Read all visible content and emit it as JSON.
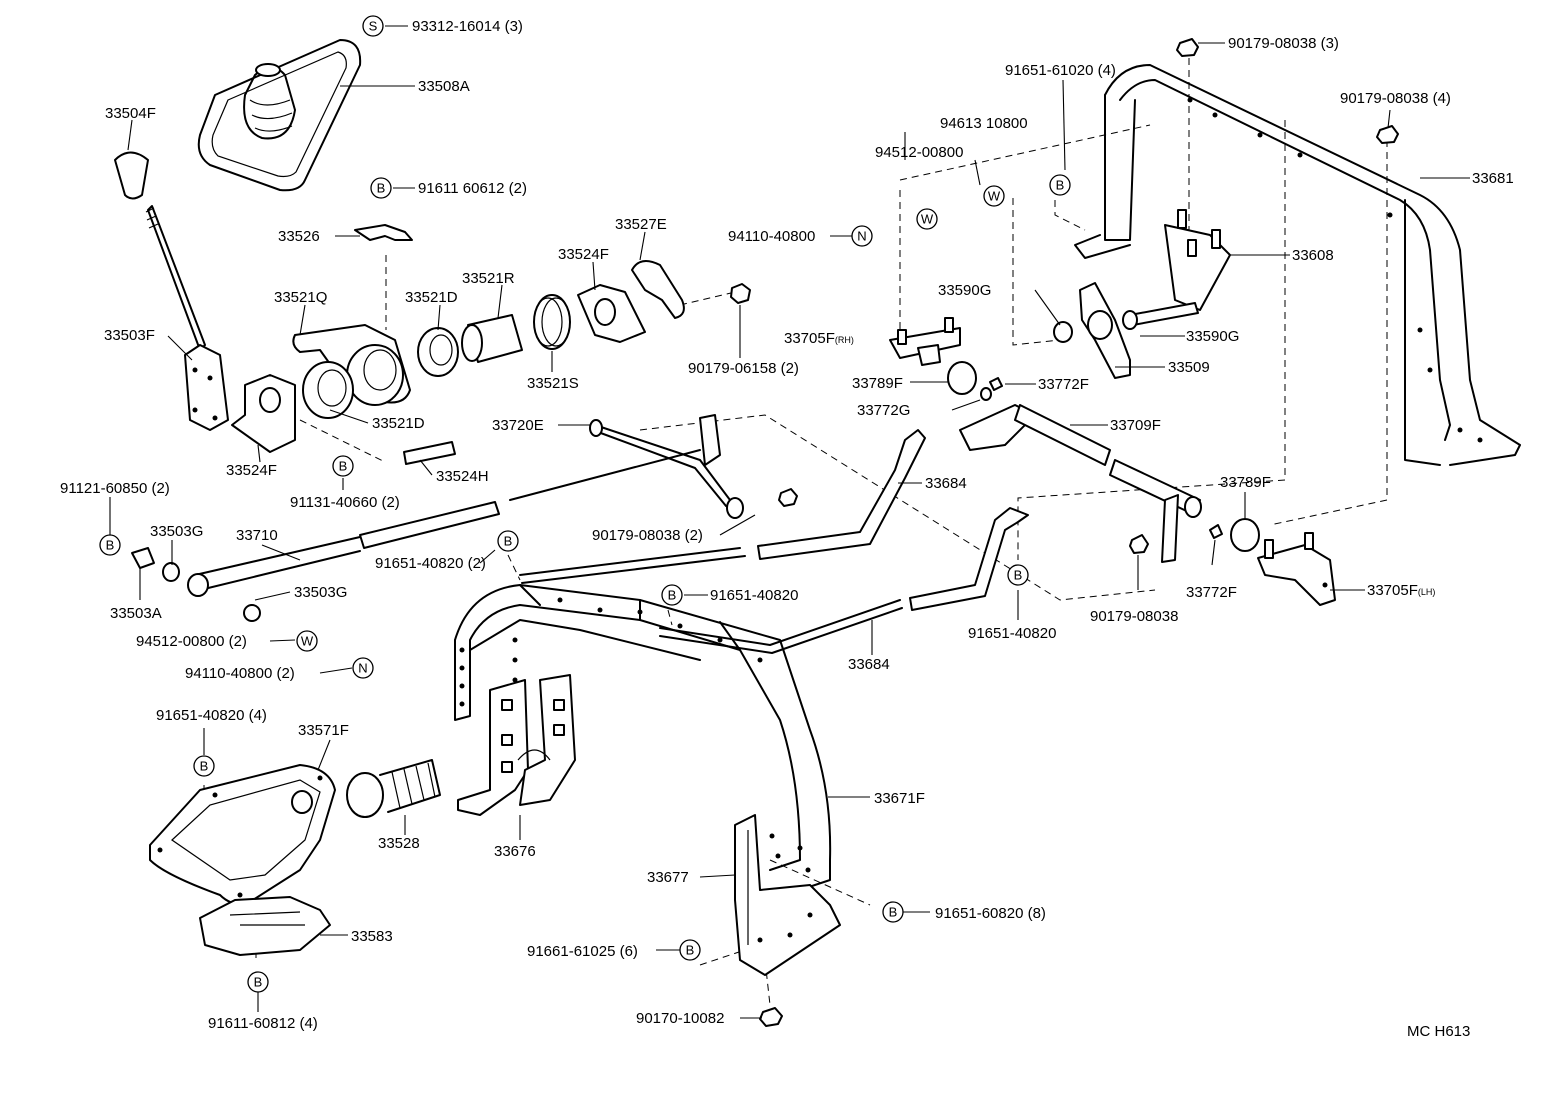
{
  "labels": {
    "p93312_16014": "93312-16014 (3)",
    "p33508A": "33508A",
    "p33504F": "33504F",
    "p91611_60612": "91611 60612 (2)",
    "p33526": "33526",
    "p33527E": "33527E",
    "p33524F_top": "33524F",
    "p33521R": "33521R",
    "p33521Q": "33521Q",
    "p33521D_top": "33521D",
    "p33503F": "33503F",
    "p33521S": "33521S",
    "p33521D_bot": "33521D",
    "p90179_06158": "90179-06158 (2)",
    "p33524F_bot": "33524F",
    "p33524H": "33524H",
    "p91131_40660": "91131-40660 (2)",
    "p91121_60850": "91121-60850 (2)",
    "p33503G_top": "33503G",
    "p33710": "33710",
    "p33503A": "33503A",
    "p33503G_bot": "33503G",
    "p94512_00800_l": "94512-00800 (2)",
    "p94110_40800_l": "94110-40800 (2)",
    "p33720E": "33720E",
    "p90179_08038_2": "90179-08038 (2)",
    "p91651_40820_2": "91651-40820 (2)",
    "p33684_top": "33684",
    "p91651_40820_c": "91651-40820",
    "p33684_bot": "33684",
    "p91651_40820_4": "91651-40820 (4)",
    "p33571F": "33571F",
    "p33528": "33528",
    "p33676": "33676",
    "p33671F": "33671F",
    "p33583": "33583",
    "p33677": "33677",
    "p91651_60820_8": "91651-60820 (8)",
    "p91661_61025": "91661-61025 (6)",
    "p91611_60812": "91611-60812 (4)",
    "p90170_10082": "90170-10082",
    "p94613_10800": "94613 10800",
    "p94512_00800_r": "94512-00800",
    "p94110_40800_r": "94110-40800",
    "p91651_61020": "91651-61020 (4)",
    "p90179_08038_3": "90179-08038 (3)",
    "p90179_08038_4": "90179-08038 (4)",
    "p33681": "33681",
    "p33608": "33608",
    "p33590G_l": "33590G",
    "p33590G_r": "33590G",
    "p33705F_rh": "33705F",
    "rh_suffix": "(RH)",
    "p33509": "33509",
    "p33789F_l": "33789F",
    "p33772F_top": "33772F",
    "p33772G": "33772G",
    "p33709F": "33709F",
    "p33789F_r": "33789F",
    "p90179_08038": "90179-08038",
    "p33772F_bot": "33772F",
    "p33705F_lh": "33705F",
    "lh_suffix": "(LH)",
    "p91651_40820_r": "91651-40820",
    "code": "MC H613"
  },
  "symbols": {
    "S": "S",
    "B": "B",
    "W": "W",
    "N": "N"
  }
}
